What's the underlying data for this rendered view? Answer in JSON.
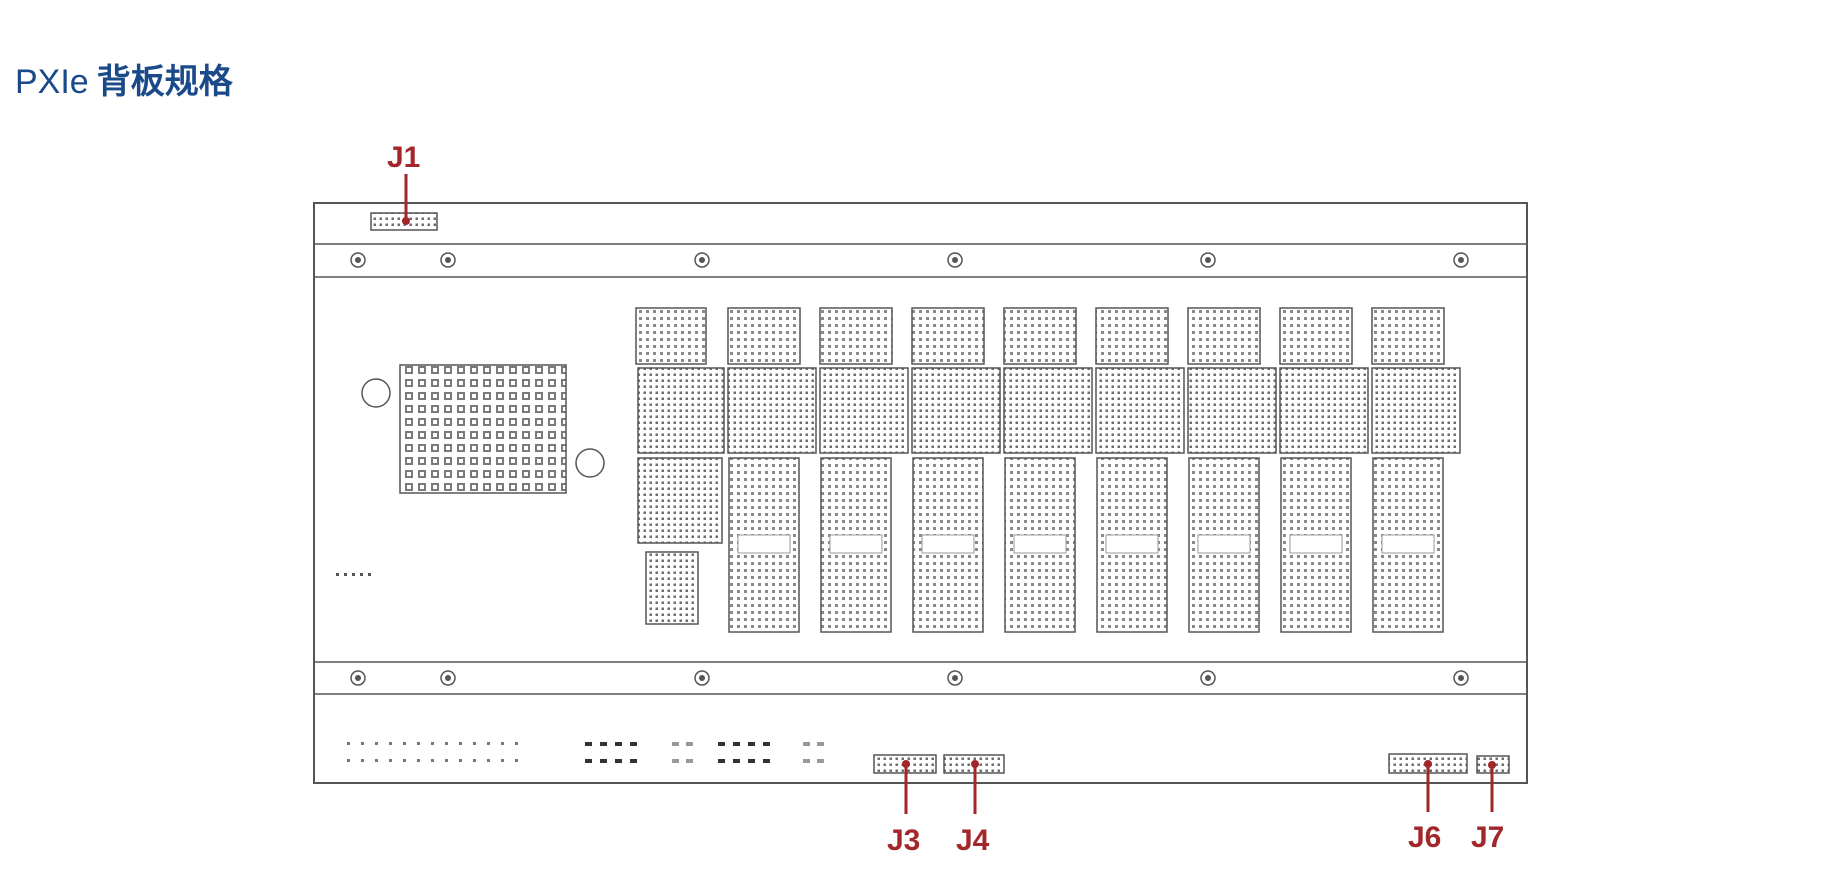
{
  "page": {
    "title_prefix": "PXIe",
    "title_suffix": "背板规格"
  },
  "diagram": {
    "accent_color": "#a3262a",
    "outline_color": "#555555",
    "callouts": {
      "j1": "J1",
      "j3": "J3",
      "j4": "J4",
      "j6": "J6",
      "j7": "J7"
    }
  }
}
